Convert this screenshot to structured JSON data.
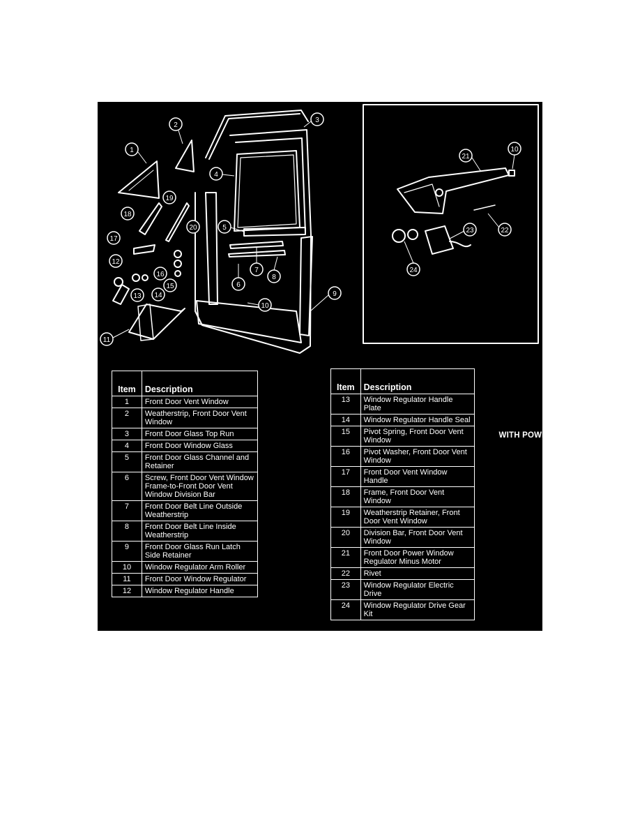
{
  "diagram": {
    "panel_caption": "WITH POWER WINDOWS",
    "callouts_main": [
      "1",
      "2",
      "3",
      "4",
      "5",
      "6",
      "7",
      "8",
      "9",
      "10",
      "11",
      "12",
      "13",
      "14",
      "15",
      "16",
      "17",
      "18",
      "19",
      "20"
    ],
    "callouts_inset": [
      "21",
      "10",
      "22",
      "23",
      "24"
    ]
  },
  "legend_left": {
    "header_item": "Item",
    "header_description": "Description",
    "rows": [
      {
        "item": "1",
        "description": "Front Door Vent Window"
      },
      {
        "item": "2",
        "description": "Weatherstrip, Front Door Vent Window"
      },
      {
        "item": "3",
        "description": "Front Door Glass Top Run"
      },
      {
        "item": "4",
        "description": "Front Door Window Glass"
      },
      {
        "item": "5",
        "description": "Front Door Glass Channel and Retainer"
      },
      {
        "item": "6",
        "description": "Screw, Front Door Vent Window Frame-to-Front Door Vent Window Division Bar"
      },
      {
        "item": "7",
        "description": "Front Door Belt Line Outside Weatherstrip"
      },
      {
        "item": "8",
        "description": "Front Door Belt Line Inside Weatherstrip"
      },
      {
        "item": "9",
        "description": "Front Door Glass Run Latch Side Retainer"
      },
      {
        "item": "10",
        "description": "Window Regulator Arm Roller"
      },
      {
        "item": "11",
        "description": "Front Door Window Regulator"
      },
      {
        "item": "12",
        "description": "Window Regulator Handle"
      }
    ]
  },
  "legend_right": {
    "header_item": "Item",
    "header_description": "Description",
    "rows": [
      {
        "item": "13",
        "description": "Window Regulator Handle Plate"
      },
      {
        "item": "14",
        "description": "Window Regulator Handle Seal"
      },
      {
        "item": "15",
        "description": "Pivot Spring, Front Door Vent Window"
      },
      {
        "item": "16",
        "description": "Pivot Washer, Front Door Vent Window"
      },
      {
        "item": "17",
        "description": "Front Door Vent Window Handle"
      },
      {
        "item": "18",
        "description": "Frame, Front Door Vent Window"
      },
      {
        "item": "19",
        "description": "Weatherstrip Retainer, Front Door Vent Window"
      },
      {
        "item": "20",
        "description": "Division Bar, Front Door Vent Window"
      },
      {
        "item": "21",
        "description": "Front Door Power Window Regulator Minus Motor"
      },
      {
        "item": "22",
        "description": "Rivet"
      },
      {
        "item": "23",
        "description": "Window Regulator Electric Drive"
      },
      {
        "item": "24",
        "description": "Window Regulator Drive Gear Kit"
      }
    ]
  }
}
